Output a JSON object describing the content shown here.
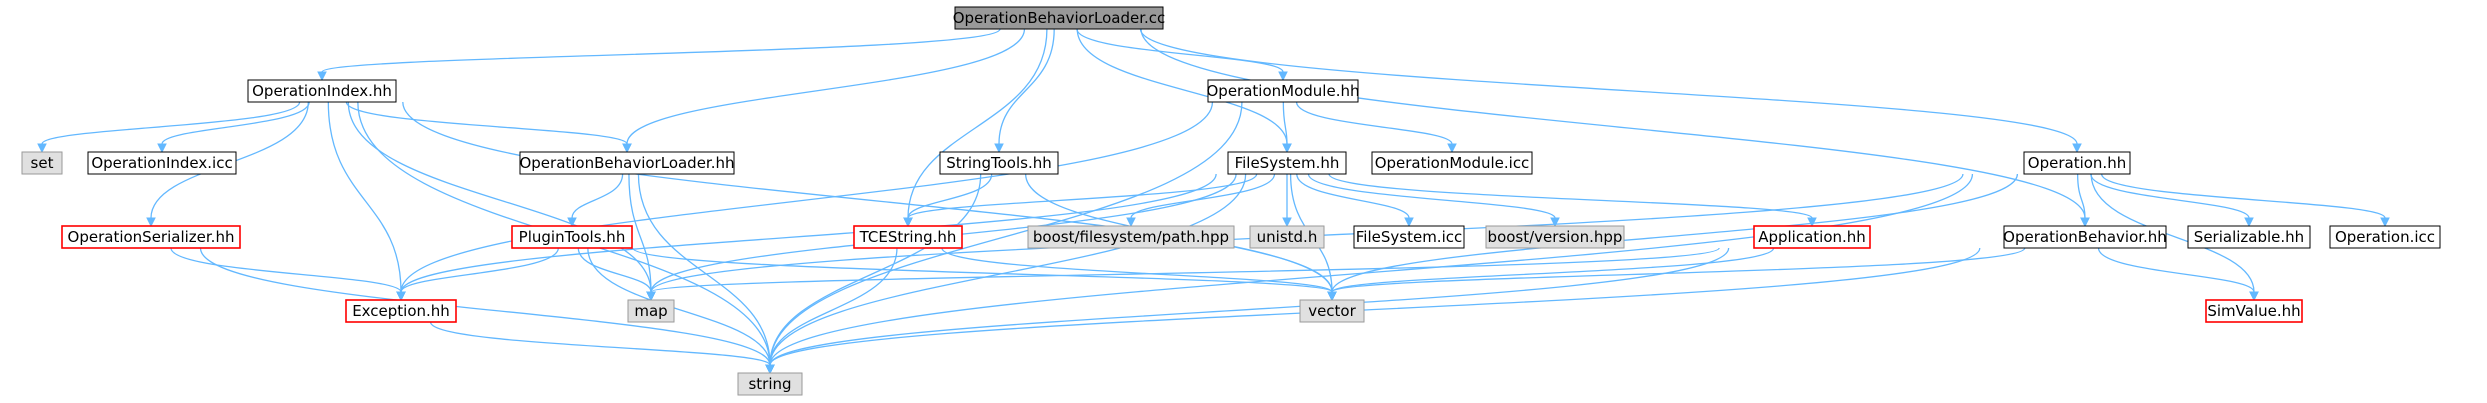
{
  "graph": {
    "colors": {
      "edge": "#63B8FF",
      "root_fill": "#999999",
      "system_fill": "#E0E0E0",
      "normal_border": "#000000",
      "incomplete_border": "#FF0000"
    },
    "nodes": [
      {
        "id": "root",
        "label": "OperationBehaviorLoader.cc",
        "style": "root"
      },
      {
        "id": "opindex_hh",
        "label": "OperationIndex.hh",
        "style": "normal"
      },
      {
        "id": "set",
        "label": "set",
        "style": "system"
      },
      {
        "id": "opindex_icc",
        "label": "OperationIndex.icc",
        "style": "normal"
      },
      {
        "id": "opserializer",
        "label": "OperationSerializer.hh",
        "style": "incomplete"
      },
      {
        "id": "exception",
        "label": "Exception.hh",
        "style": "incomplete"
      },
      {
        "id": "string",
        "label": "string",
        "style": "system"
      },
      {
        "id": "map",
        "label": "map",
        "style": "system"
      },
      {
        "id": "vector",
        "label": "vector",
        "style": "system"
      },
      {
        "id": "oploader_hh",
        "label": "OperationBehaviorLoader.hh",
        "style": "normal"
      },
      {
        "id": "plugintools",
        "label": "PluginTools.hh",
        "style": "incomplete"
      },
      {
        "id": "opmodule_hh",
        "label": "OperationModule.hh",
        "style": "normal"
      },
      {
        "id": "opmodule_icc",
        "label": "OperationModule.icc",
        "style": "normal"
      },
      {
        "id": "stringtools",
        "label": "StringTools.hh",
        "style": "normal"
      },
      {
        "id": "tcestring",
        "label": "TCEString.hh",
        "style": "incomplete"
      },
      {
        "id": "filesystem_hh",
        "label": "FileSystem.hh",
        "style": "normal"
      },
      {
        "id": "boost_path",
        "label": "boost/filesystem/path.hpp",
        "style": "system"
      },
      {
        "id": "unistd",
        "label": "unistd.h",
        "style": "system"
      },
      {
        "id": "filesystem_icc",
        "label": "FileSystem.icc",
        "style": "normal"
      },
      {
        "id": "boost_version",
        "label": "boost/version.hpp",
        "style": "system"
      },
      {
        "id": "application",
        "label": "Application.hh",
        "style": "incomplete"
      },
      {
        "id": "operation_hh",
        "label": "Operation.hh",
        "style": "normal"
      },
      {
        "id": "opbehavior",
        "label": "OperationBehavior.hh",
        "style": "normal"
      },
      {
        "id": "serializable",
        "label": "Serializable.hh",
        "style": "normal"
      },
      {
        "id": "operation_icc",
        "label": "Operation.icc",
        "style": "normal"
      },
      {
        "id": "simvalue",
        "label": "SimValue.hh",
        "style": "incomplete"
      }
    ],
    "edges": [
      [
        "root",
        "opindex_hh"
      ],
      [
        "root",
        "oploader_hh"
      ],
      [
        "root",
        "opmodule_hh"
      ],
      [
        "root",
        "stringtools"
      ],
      [
        "root",
        "tcestring"
      ],
      [
        "root",
        "filesystem_hh"
      ],
      [
        "root",
        "operation_hh"
      ],
      [
        "root",
        "opbehavior"
      ],
      [
        "opindex_hh",
        "set"
      ],
      [
        "opindex_hh",
        "opindex_icc"
      ],
      [
        "opindex_hh",
        "opserializer"
      ],
      [
        "opindex_hh",
        "exception"
      ],
      [
        "opindex_hh",
        "string"
      ],
      [
        "opindex_hh",
        "map"
      ],
      [
        "opindex_hh",
        "vector"
      ],
      [
        "opindex_hh",
        "oploader_hh"
      ],
      [
        "opserializer",
        "exception"
      ],
      [
        "opserializer",
        "string"
      ],
      [
        "exception",
        "string"
      ],
      [
        "oploader_hh",
        "plugintools"
      ],
      [
        "oploader_hh",
        "map"
      ],
      [
        "oploader_hh",
        "string"
      ],
      [
        "plugintools",
        "exception"
      ],
      [
        "plugintools",
        "map"
      ],
      [
        "plugintools",
        "string"
      ],
      [
        "plugintools",
        "vector"
      ],
      [
        "opmodule_hh",
        "opmodule_icc"
      ],
      [
        "opmodule_hh",
        "filesystem_hh"
      ],
      [
        "opmodule_hh",
        "exception"
      ],
      [
        "opmodule_hh",
        "string"
      ],
      [
        "stringtools",
        "tcestring"
      ],
      [
        "stringtools",
        "string"
      ],
      [
        "stringtools",
        "vector"
      ],
      [
        "tcestring",
        "string"
      ],
      [
        "tcestring",
        "vector"
      ],
      [
        "filesystem_hh",
        "tcestring"
      ],
      [
        "filesystem_hh",
        "boost_path"
      ],
      [
        "filesystem_hh",
        "unistd"
      ],
      [
        "filesystem_hh",
        "filesystem_icc"
      ],
      [
        "filesystem_hh",
        "boost_version"
      ],
      [
        "filesystem_hh",
        "application"
      ],
      [
        "filesystem_hh",
        "exception"
      ],
      [
        "filesystem_hh",
        "vector"
      ],
      [
        "filesystem_hh",
        "string"
      ],
      [
        "filesystem_hh",
        "map"
      ],
      [
        "application",
        "string"
      ],
      [
        "application",
        "vector"
      ],
      [
        "application",
        "map"
      ],
      [
        "operation_hh",
        "opbehavior"
      ],
      [
        "operation_hh",
        "serializable"
      ],
      [
        "operation_hh",
        "operation_icc"
      ],
      [
        "operation_hh",
        "simvalue"
      ],
      [
        "operation_hh",
        "vector"
      ],
      [
        "operation_hh",
        "string"
      ],
      [
        "operation_hh",
        "map"
      ],
      [
        "opbehavior",
        "simvalue"
      ],
      [
        "opbehavior",
        "vector"
      ],
      [
        "opbehavior",
        "string"
      ]
    ]
  }
}
